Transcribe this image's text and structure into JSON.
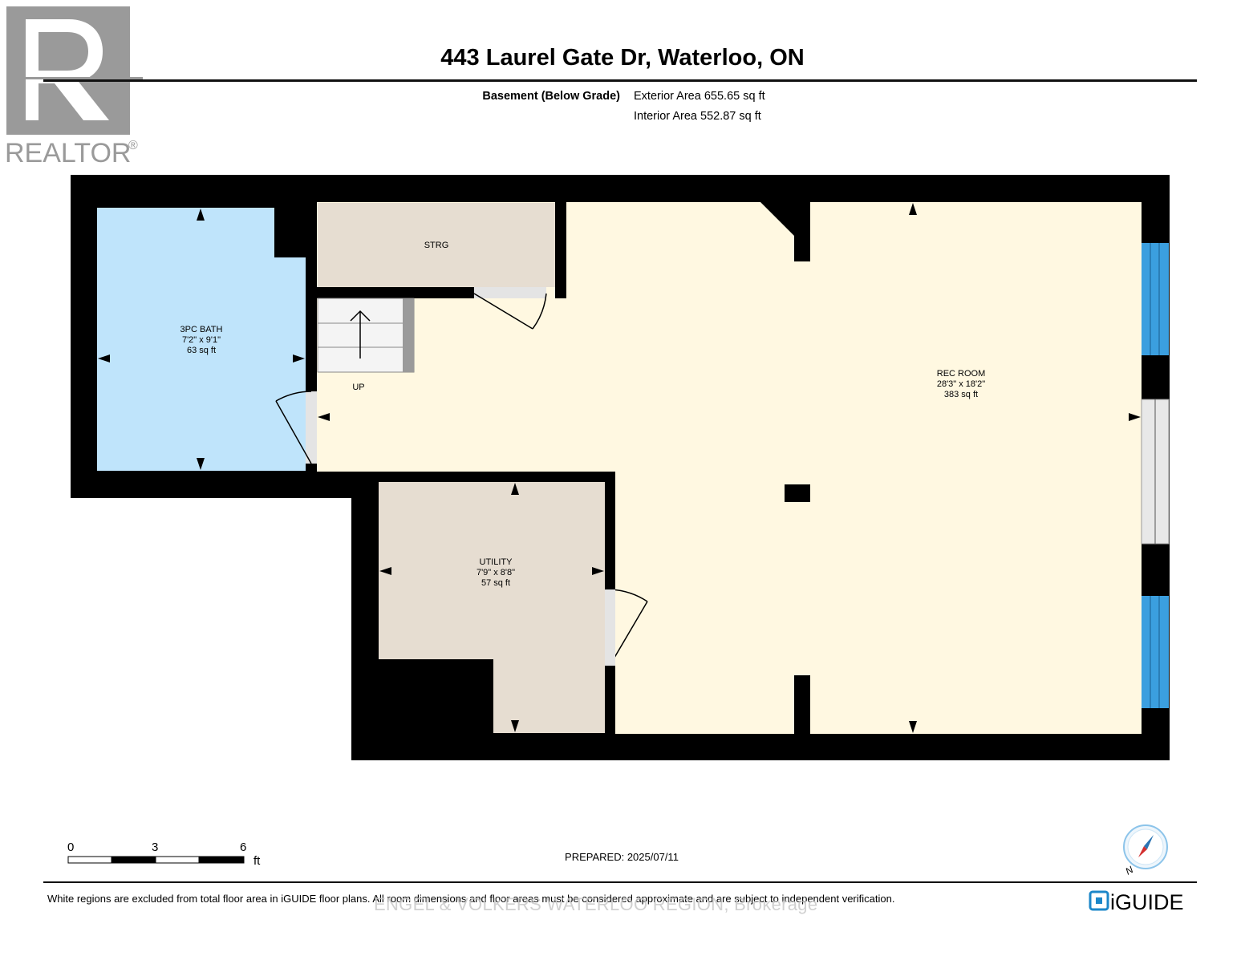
{
  "title": "443 Laurel Gate Dr, Waterloo, ON",
  "level": {
    "name": "Basement (Below Grade)",
    "exterior_area": "Exterior Area 655.65 sq ft",
    "interior_area": "Interior Area 552.87 sq ft"
  },
  "logo": {
    "text": "REALTOR",
    "mark": "®"
  },
  "rooms": {
    "bath": {
      "name": "3PC BATH",
      "dims": "7'2\" x 9'1\"",
      "area": "63 sq ft"
    },
    "storage": {
      "name": "STRG"
    },
    "stairs": {
      "label": "UP"
    },
    "rec": {
      "name": "REC ROOM",
      "dims": "28'3\" x 18'2\"",
      "area": "383 sq ft"
    },
    "utility": {
      "name": "UTILITY",
      "dims": "7'9\" x 8'8\"",
      "area": "57 sq ft"
    }
  },
  "scale_bar": {
    "ticks": [
      "0",
      "3",
      "6"
    ],
    "unit": "ft"
  },
  "prepared": "PREPARED: 2025/07/11",
  "compass": {
    "label": "N"
  },
  "disclaimer": "White regions are excluded from total floor area in iGUIDE floor plans. All room dimensions and floor areas must be considered approximate and are subject to independent verification.",
  "watermark": "ENGEL & VOLKERS WATERLOO REGION, Brokerage",
  "brand": {
    "text": "iGUIDE"
  },
  "colors": {
    "wall": "#000000",
    "bath": "#bfe4fb",
    "rec": "#fff8e1",
    "utility": "#e6ddd1",
    "storage": "#e6ddd1",
    "window": "#3b9fdf",
    "brand": "#1c87c9"
  }
}
